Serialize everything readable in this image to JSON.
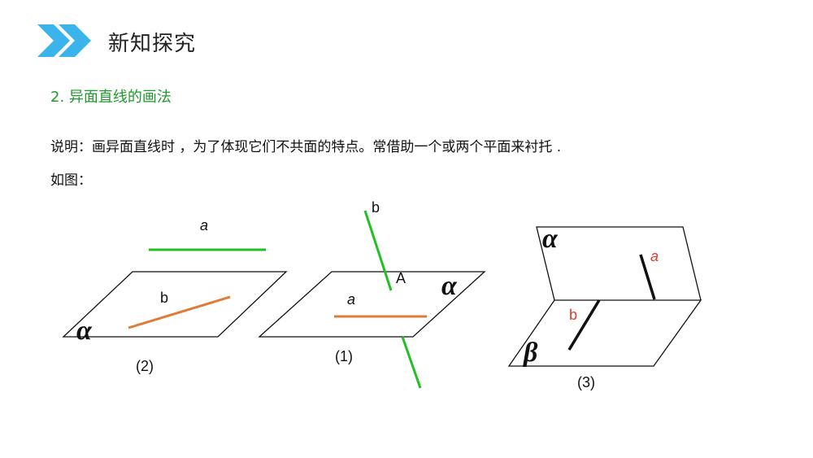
{
  "header": {
    "title": "新知探究",
    "icon": "double-chevron-right-icon",
    "icon_color": "#3ab4ea"
  },
  "section": {
    "title": "2. 异面直线的画法",
    "color": "#1f9a2e"
  },
  "explanation": {
    "line1": "说明：画异面直线时 ，为了体现它们不共面的特点。常借助一个或两个平面来衬托 .",
    "line2": "如图："
  },
  "figures": {
    "fig2": {
      "caption": "(2)",
      "plane_label": "α",
      "line_a_label": "a",
      "line_b_label": "b"
    },
    "fig1": {
      "caption": "(1)",
      "plane_label": "α",
      "line_a_label": "a",
      "line_b_label": "b",
      "point_label": "A"
    },
    "fig3": {
      "caption": "(3)",
      "plane_upper_label": "α",
      "plane_lower_label": "β",
      "line_a_label": "a",
      "line_b_label": "b"
    }
  },
  "colors": {
    "green_line": "#22c022",
    "orange_line": "#e07a35",
    "black_line": "#111111",
    "red_label": "#e03a2a"
  }
}
